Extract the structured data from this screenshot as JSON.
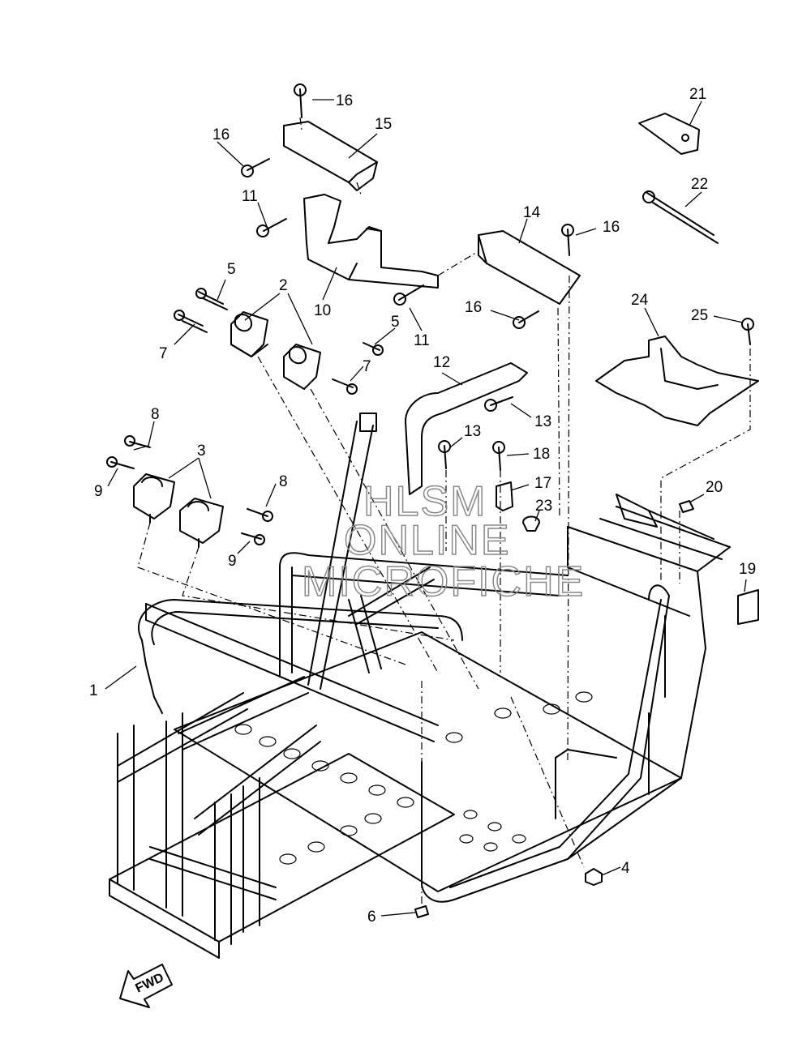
{
  "diagram": {
    "watermark": [
      "HLSM",
      "ONLINE",
      "MICROFICHE"
    ],
    "direction_label": "FWD",
    "callouts": [
      "1",
      "2",
      "3",
      "4",
      "5",
      "5",
      "6",
      "7",
      "7",
      "8",
      "8",
      "9",
      "9",
      "10",
      "11",
      "11",
      "12",
      "13",
      "13",
      "14",
      "15",
      "16",
      "16",
      "16",
      "16",
      "17",
      "18",
      "19",
      "20",
      "21",
      "22",
      "23",
      "24",
      "25"
    ]
  }
}
